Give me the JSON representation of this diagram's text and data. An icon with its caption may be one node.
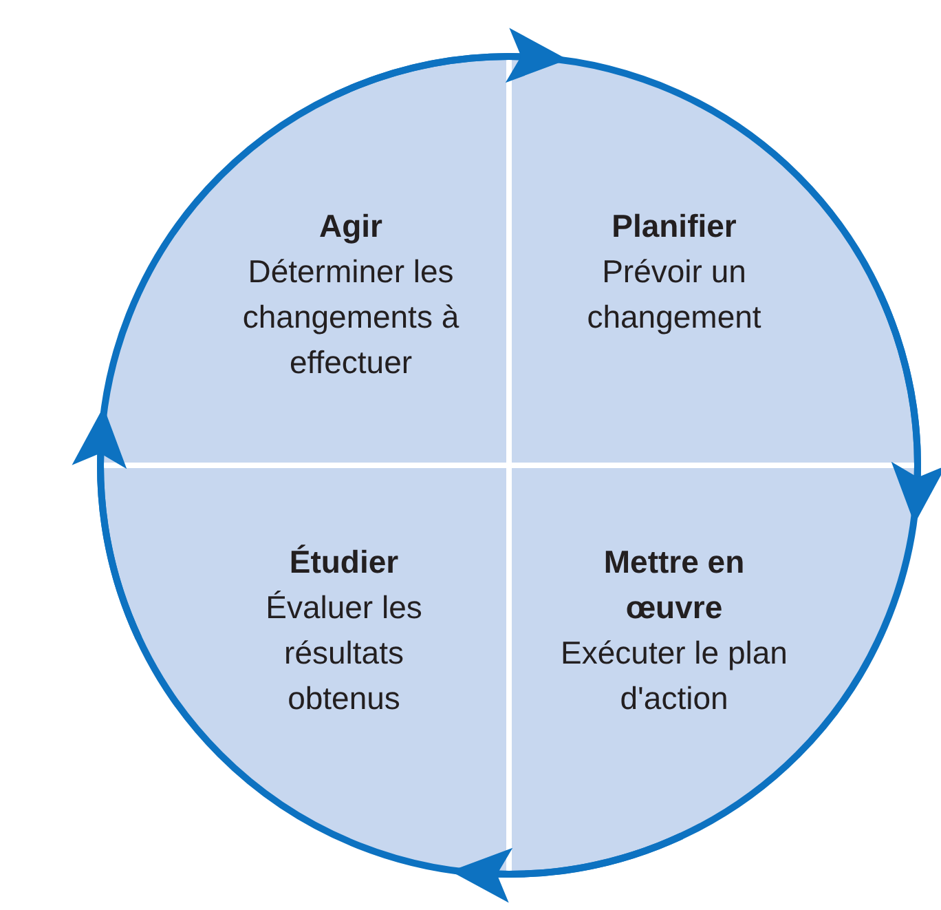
{
  "diagram": {
    "nodes": [
      {
        "text": [
          "Agir",
          "Déterminer les changements à effectuer"
        ]
      },
      {
        "text": [
          "Planifier",
          "Prévoir un changement"
        ]
      },
      {
        "text": [
          "Mettre en œuvre",
          "Exécuter le plan d'action"
        ]
      },
      {
        "text": [
          "Étudier",
          "Évaluer les résultats obtenus"
        ]
      }
    ],
    "edges": [
      {
        "from": 0,
        "to": 1,
        "arrow": "to"
      },
      {
        "from": 1,
        "to": 2,
        "arrow": "to"
      },
      {
        "from": 2,
        "to": 3,
        "arrow": "to"
      },
      {
        "from": 3,
        "to": 0,
        "arrow": "to"
      }
    ]
  }
}
